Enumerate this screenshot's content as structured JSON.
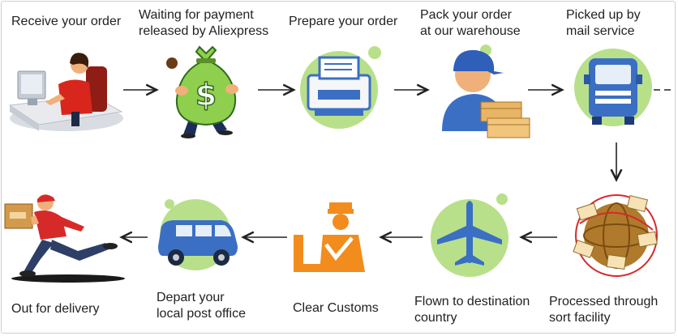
{
  "steps": [
    {
      "id": "receive",
      "label": "Receive your order",
      "icon": "customer-at-computer-icon"
    },
    {
      "id": "payment",
      "label": "Waiting for payment\nreleased by Aliexpress",
      "icon": "money-bag-icon"
    },
    {
      "id": "prepare",
      "label": "Prepare your order",
      "icon": "printer-icon"
    },
    {
      "id": "pack",
      "label": "Pack your order\nat our warehouse",
      "icon": "warehouse-worker-boxes-icon"
    },
    {
      "id": "pickup",
      "label": "Picked up by\nmail service",
      "icon": "mail-truck-icon"
    },
    {
      "id": "sort",
      "label": "Processed through\nsort facility",
      "icon": "globe-envelopes-icon"
    },
    {
      "id": "flown",
      "label": "Flown to destination\ncountry",
      "icon": "airplane-icon"
    },
    {
      "id": "customs",
      "label": "Clear Customs",
      "icon": "customs-officer-icon"
    },
    {
      "id": "depart",
      "label": "Depart your\nlocal post office",
      "icon": "van-icon"
    },
    {
      "id": "delivery",
      "label": "Out for delivery",
      "icon": "courier-running-icon"
    }
  ],
  "colors": {
    "green_disc": "#b8e08a",
    "blue": "#3b6fc4",
    "orange": "#f28c1c",
    "arrow": "#222222",
    "money": "#7ec242"
  }
}
